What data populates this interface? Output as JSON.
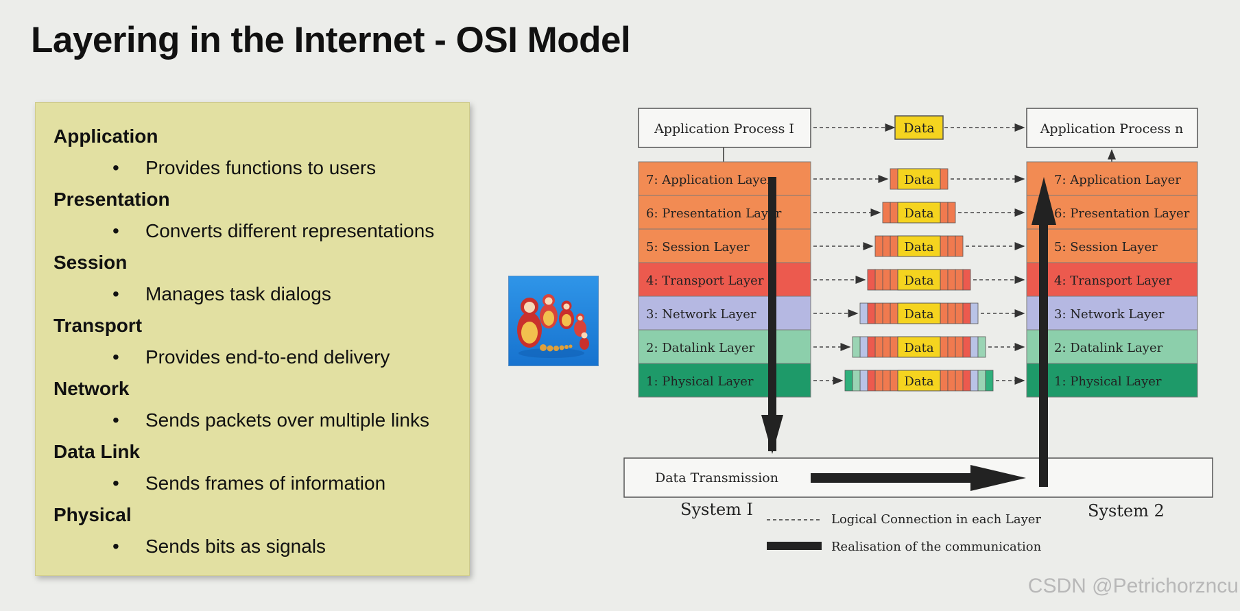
{
  "title": "Layering in the Internet - OSI Model",
  "notes": [
    {
      "name": "Application",
      "desc": "Provides functions to users"
    },
    {
      "name": "Presentation",
      "desc": "Converts different representations"
    },
    {
      "name": "Session",
      "desc": "Manages task dialogs"
    },
    {
      "name": "Transport",
      "desc": "Provides end-to-end delivery"
    },
    {
      "name": "Network",
      "desc": "Sends packets over multiple links"
    },
    {
      "name": "Data Link",
      "desc": "Sends frames of information"
    },
    {
      "name": "Physical",
      "desc": "Sends bits as signals"
    }
  ],
  "bullet": "•",
  "diagram": {
    "process_left": "Application Process I",
    "process_right": "Application Process n",
    "data_label": "Data",
    "layers": [
      {
        "label": "7: Application Layer",
        "color": "#f28b53"
      },
      {
        "label": "6: Presentation Layer",
        "color": "#f28b53"
      },
      {
        "label": "5: Session Layer",
        "color": "#f28b53"
      },
      {
        "label": "4: Transport Layer",
        "color": "#ec5a4e"
      },
      {
        "label": "3: Network Layer",
        "color": "#b5b8e2"
      },
      {
        "label": "2: Datalink Layer",
        "color": "#8ccfab"
      },
      {
        "label": "1: Physical Layer",
        "color": "#1e9a69"
      }
    ],
    "data_transmission": "Data Transmission",
    "system_left": "System I",
    "system_right": "System 2",
    "legend_logical": "Logical Connection  in  each Layer",
    "legend_real": "Realisation  of  the  communication"
  },
  "watermark": "CSDN @Petrichorzncu"
}
